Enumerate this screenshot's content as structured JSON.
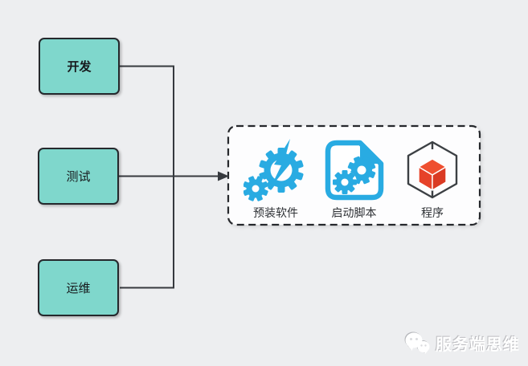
{
  "colors": {
    "background": "#edeef0",
    "node_fill": "#7fd7cc",
    "node_border": "#25282c",
    "connector": "#36393e",
    "dashed_box_fill": "#fdfdfe",
    "dashed_box_border": "#26282c",
    "icon_blue": "#29abe2",
    "cube_red": "#e64229",
    "cube_wireframe": "#3c4044",
    "label_text": "#2e3135",
    "watermark_text_color": "#ffffff"
  },
  "flow": {
    "nodes": [
      {
        "id": "dev",
        "label": "开发"
      },
      {
        "id": "test",
        "label": "测试"
      },
      {
        "id": "ops",
        "label": "运维"
      }
    ]
  },
  "package": {
    "items": [
      {
        "icon": "gear-lightning-icon",
        "label": "预装软件"
      },
      {
        "icon": "script-file-icon",
        "label": "启动脚本"
      },
      {
        "icon": "cube-icon",
        "label": "程序"
      }
    ]
  },
  "watermark": {
    "icon": "wechat-icon",
    "text": "服务端思维"
  }
}
